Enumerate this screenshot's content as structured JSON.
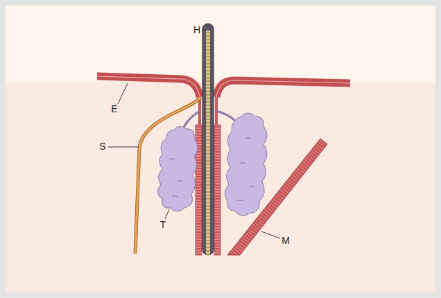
{
  "diagram": {
    "labels": [
      "H",
      "E",
      "S",
      "T",
      "M"
    ]
  }
}
